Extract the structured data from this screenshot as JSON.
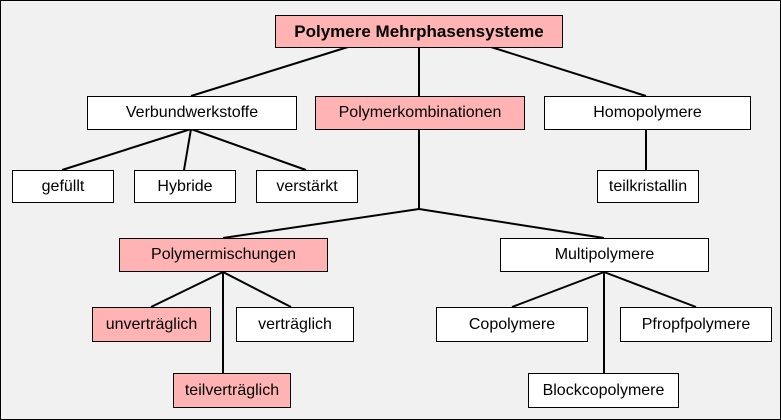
{
  "diagram": {
    "highlight_color": "#ffb3b3",
    "nodes": {
      "root": "Polymere Mehrphasensysteme",
      "verbundwerkstoffe": "Verbundwerkstoffe",
      "polymerkombinationen": "Polymerkombinationen",
      "homopolymere": "Homopolymere",
      "gefuellt": "gefüllt",
      "hybride": "Hybride",
      "verstaerkt": "verstärkt",
      "teilkristallin": "teilkristallin",
      "polymermischungen": "Polymermischungen",
      "multipolymere": "Multipolymere",
      "unvertraeglich": "unverträglich",
      "vertraeglich": "verträglich",
      "teilvertraeglich": "teilverträglich",
      "copolymere": "Copolymere",
      "pfropfpolymere": "Pfropfpolymere",
      "blockcopolymere": "Blockcopolymere"
    },
    "edges": [
      [
        "root",
        "verbundwerkstoffe"
      ],
      [
        "root",
        "polymerkombinationen"
      ],
      [
        "root",
        "homopolymere"
      ],
      [
        "verbundwerkstoffe",
        "gefuellt"
      ],
      [
        "verbundwerkstoffe",
        "hybride"
      ],
      [
        "verbundwerkstoffe",
        "verstaerkt"
      ],
      [
        "homopolymere",
        "teilkristallin"
      ],
      [
        "polymerkombinationen",
        "polymermischungen"
      ],
      [
        "polymerkombinationen",
        "multipolymere"
      ],
      [
        "polymermischungen",
        "unvertraeglich"
      ],
      [
        "polymermischungen",
        "vertraeglich"
      ],
      [
        "polymermischungen",
        "teilvertraeglich"
      ],
      [
        "multipolymere",
        "copolymere"
      ],
      [
        "multipolymere",
        "pfropfpolymere"
      ],
      [
        "multipolymere",
        "blockcopolymere"
      ]
    ]
  }
}
